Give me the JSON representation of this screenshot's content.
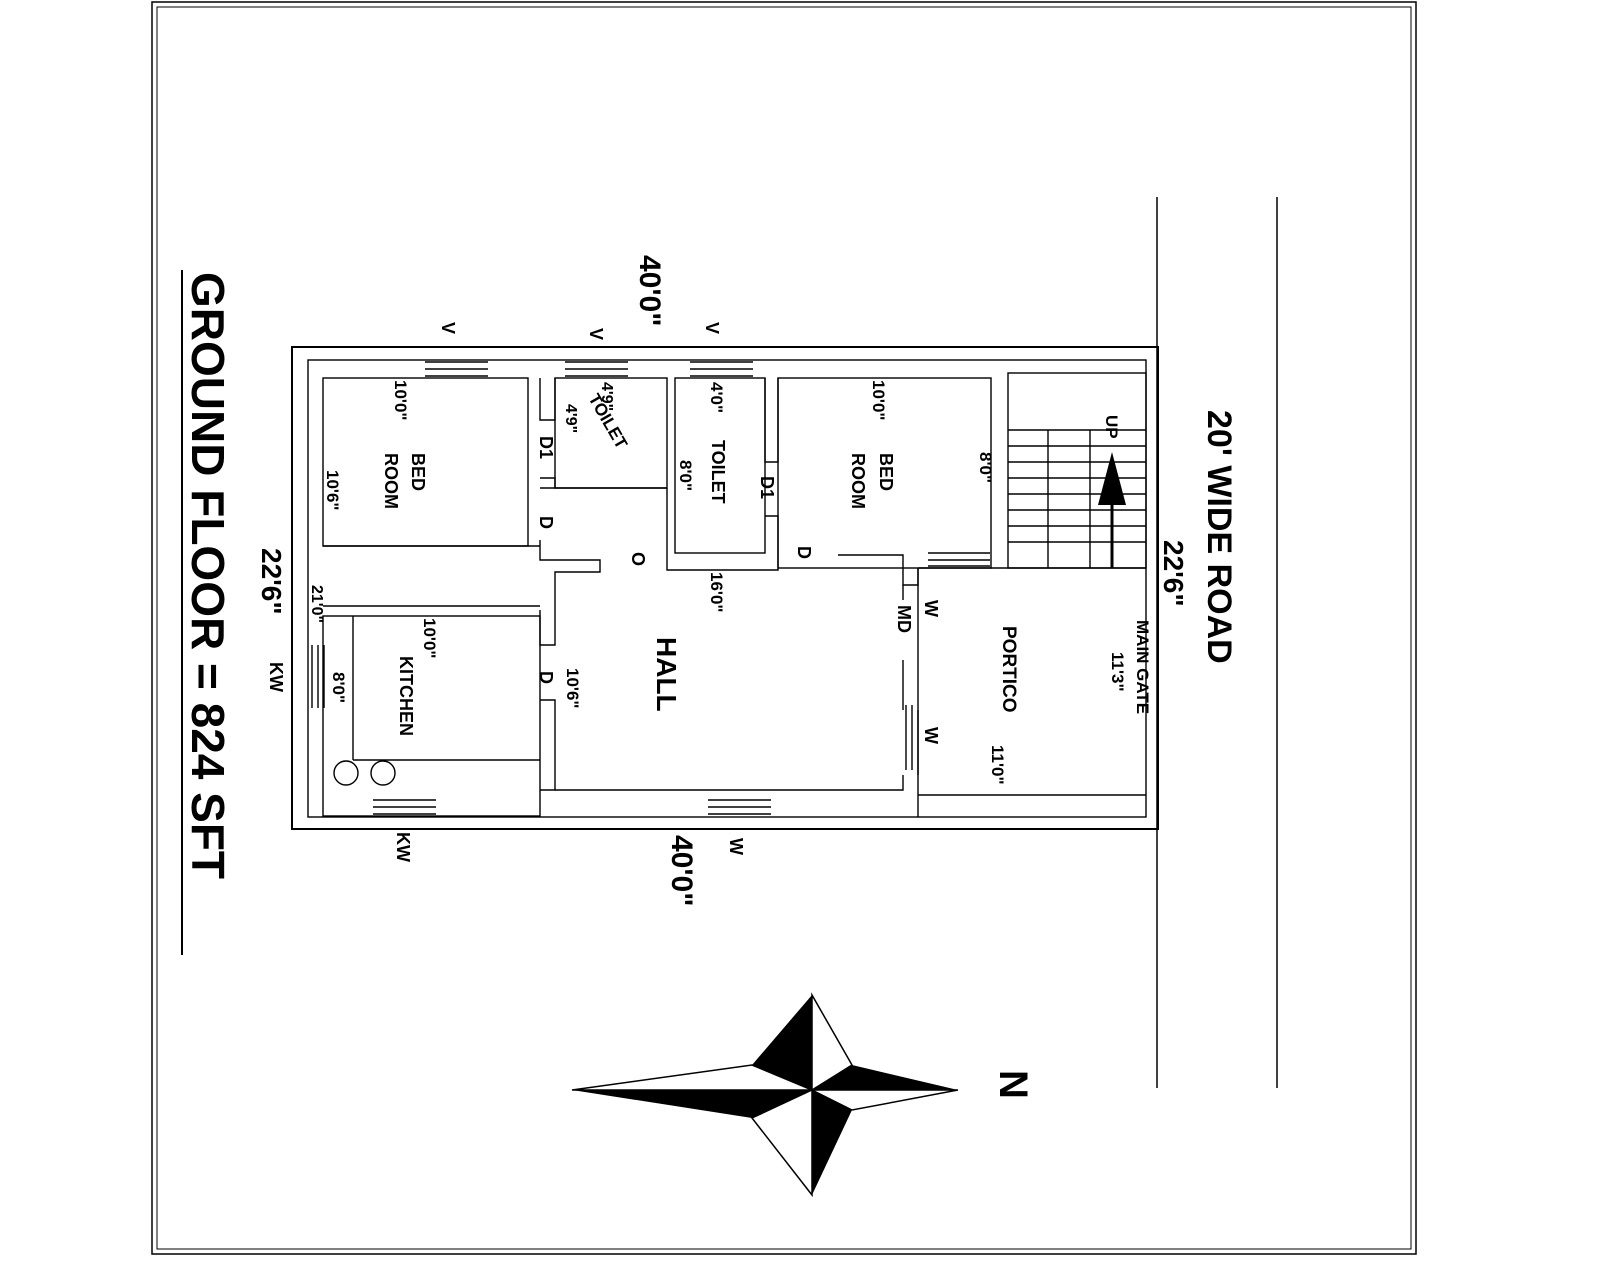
{
  "title": "GROUND FLOOR = 824  SFT",
  "road": {
    "label": "20'     WIDE      ROAD"
  },
  "compass": {
    "label": "N"
  },
  "dimensions": {
    "top_length": "40'0\"",
    "bottom_length": "40'0\"",
    "left_width": "22'6\"",
    "right_width": "22'6\"",
    "overall_depth": "21'0\""
  },
  "rooms": {
    "bed_room_1": {
      "label_line1": "BED",
      "label_line2": "ROOM",
      "width": "10'0\"",
      "depth": "10'6\""
    },
    "toilet_1": {
      "label": "TOILET",
      "width": "4'9\"",
      "depth": "4'9\""
    },
    "toilet_2": {
      "label": "TOILET",
      "width": "4'0\"",
      "depth": "8'0\""
    },
    "bed_room_2": {
      "label_line1": "BED",
      "label_line2": "ROOM",
      "width": "10'0\"",
      "depth": "8'0\""
    },
    "kitchen": {
      "label": "KITCHEN",
      "width": "10'0\"",
      "depth": "8'0\""
    },
    "hall": {
      "label": "HALL",
      "width": "16'0\"",
      "depth": "10'6\""
    },
    "portico": {
      "label": "PORTICO",
      "depth": "11'0\""
    },
    "main_gate": {
      "label": "MAIN GATE",
      "width": "11'3\""
    },
    "stairs": {
      "label": "UP"
    }
  },
  "openings": {
    "ventilator": "V",
    "door": "D",
    "door_d1": "D1",
    "main_door": "MD",
    "window": "W",
    "kitchen_window": "KW",
    "opening": "O"
  }
}
